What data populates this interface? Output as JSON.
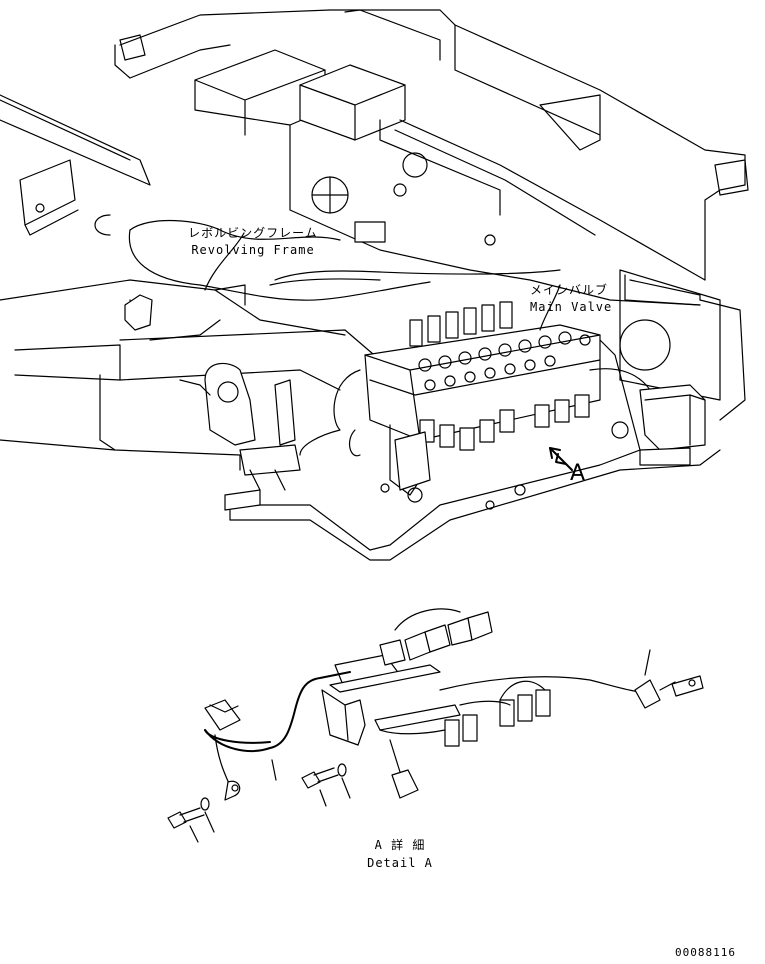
{
  "labels": {
    "revolving_frame_jp": "レボルビングフレーム",
    "revolving_frame_en": "Revolving Frame",
    "main_valve_jp": "メインバルブ",
    "main_valve_en": "Main Valve",
    "view_marker": "A",
    "detail_jp": "A 詳 細",
    "detail_en": "Detail A",
    "drawing_number": "00088116"
  }
}
